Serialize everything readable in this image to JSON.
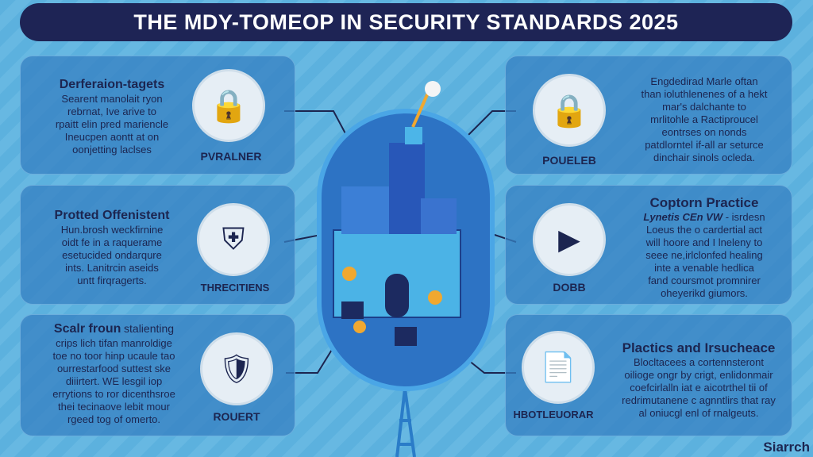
{
  "title": "THE MDY-TOMEOP IN SECURITY STANDARDS 2025",
  "panels": {
    "left1": {
      "heading": "Derferaion-tagets",
      "body": [
        "Searent manolait ryon",
        "rebrnat, Ive arive to",
        "rpaitt elin pred mariencle",
        "Ineucpen aontt at on",
        "oonjetting laclses"
      ],
      "label": "PVRALNER"
    },
    "left2": {
      "heading": "Protted Offenistent",
      "body": [
        "Hun.brosh weckfirnine",
        "oidt fe in a raquerame",
        "esetucided ondarqure",
        "ints. Lanitrcin aseids",
        "untt firqragerts."
      ],
      "label": "THRECITIENS"
    },
    "left3": {
      "heading": "Scalr froun",
      "heading_rest": "stalienting",
      "body": [
        "crips lich tifan manroldige",
        "toe no toor hinp ucaule tao",
        "ourrestarfood suttest ske",
        "diiirtert. WE lesgil iop",
        "errytions to ror dicenthsroe",
        "thei tecinaove lebit mour",
        "rgeed tog of omerto."
      ],
      "label": "ROUERT"
    },
    "right1": {
      "body": [
        "Engdedirad Marle oftan",
        "than ioluthlenenes of a hekt",
        "mar's dalchante to",
        "mrlitohle a Ractiproucel",
        "eontrses on nonds",
        "patdlorntel if-all ar seturce",
        "dinchair sinols ocleda."
      ],
      "label": "POUELEB"
    },
    "right2": {
      "heading": "Coptorn Practice",
      "lead": "Lynetis CEn VW",
      "body": [
        "- isrdesn",
        "Loeus the o cardertial act",
        "will hoore and I lneleny to",
        "seee ne,irlclonfed healing",
        "inte a venable hedlica",
        "fand coursmot promnirer",
        "oheyerikd giumors."
      ],
      "label": "DOBB"
    },
    "right3": {
      "heading": "Plactics and Irsucheace",
      "body": [
        "Blocltacees a cortennsteront",
        "oilioge ongr by crigt, enlidonmair",
        "coefcirlalln iat e aicotrthel tii of",
        "redrimutanene c agnntlirs that ray",
        "al oniucgl enl of rnalgeuts."
      ],
      "label": "HBOTLEUORAR"
    }
  },
  "brand": "Siarrch",
  "colors": {
    "title_bg": "#1e2455",
    "panel": "#3680c2",
    "text": "#1c2550",
    "lock": "#f0a830"
  }
}
